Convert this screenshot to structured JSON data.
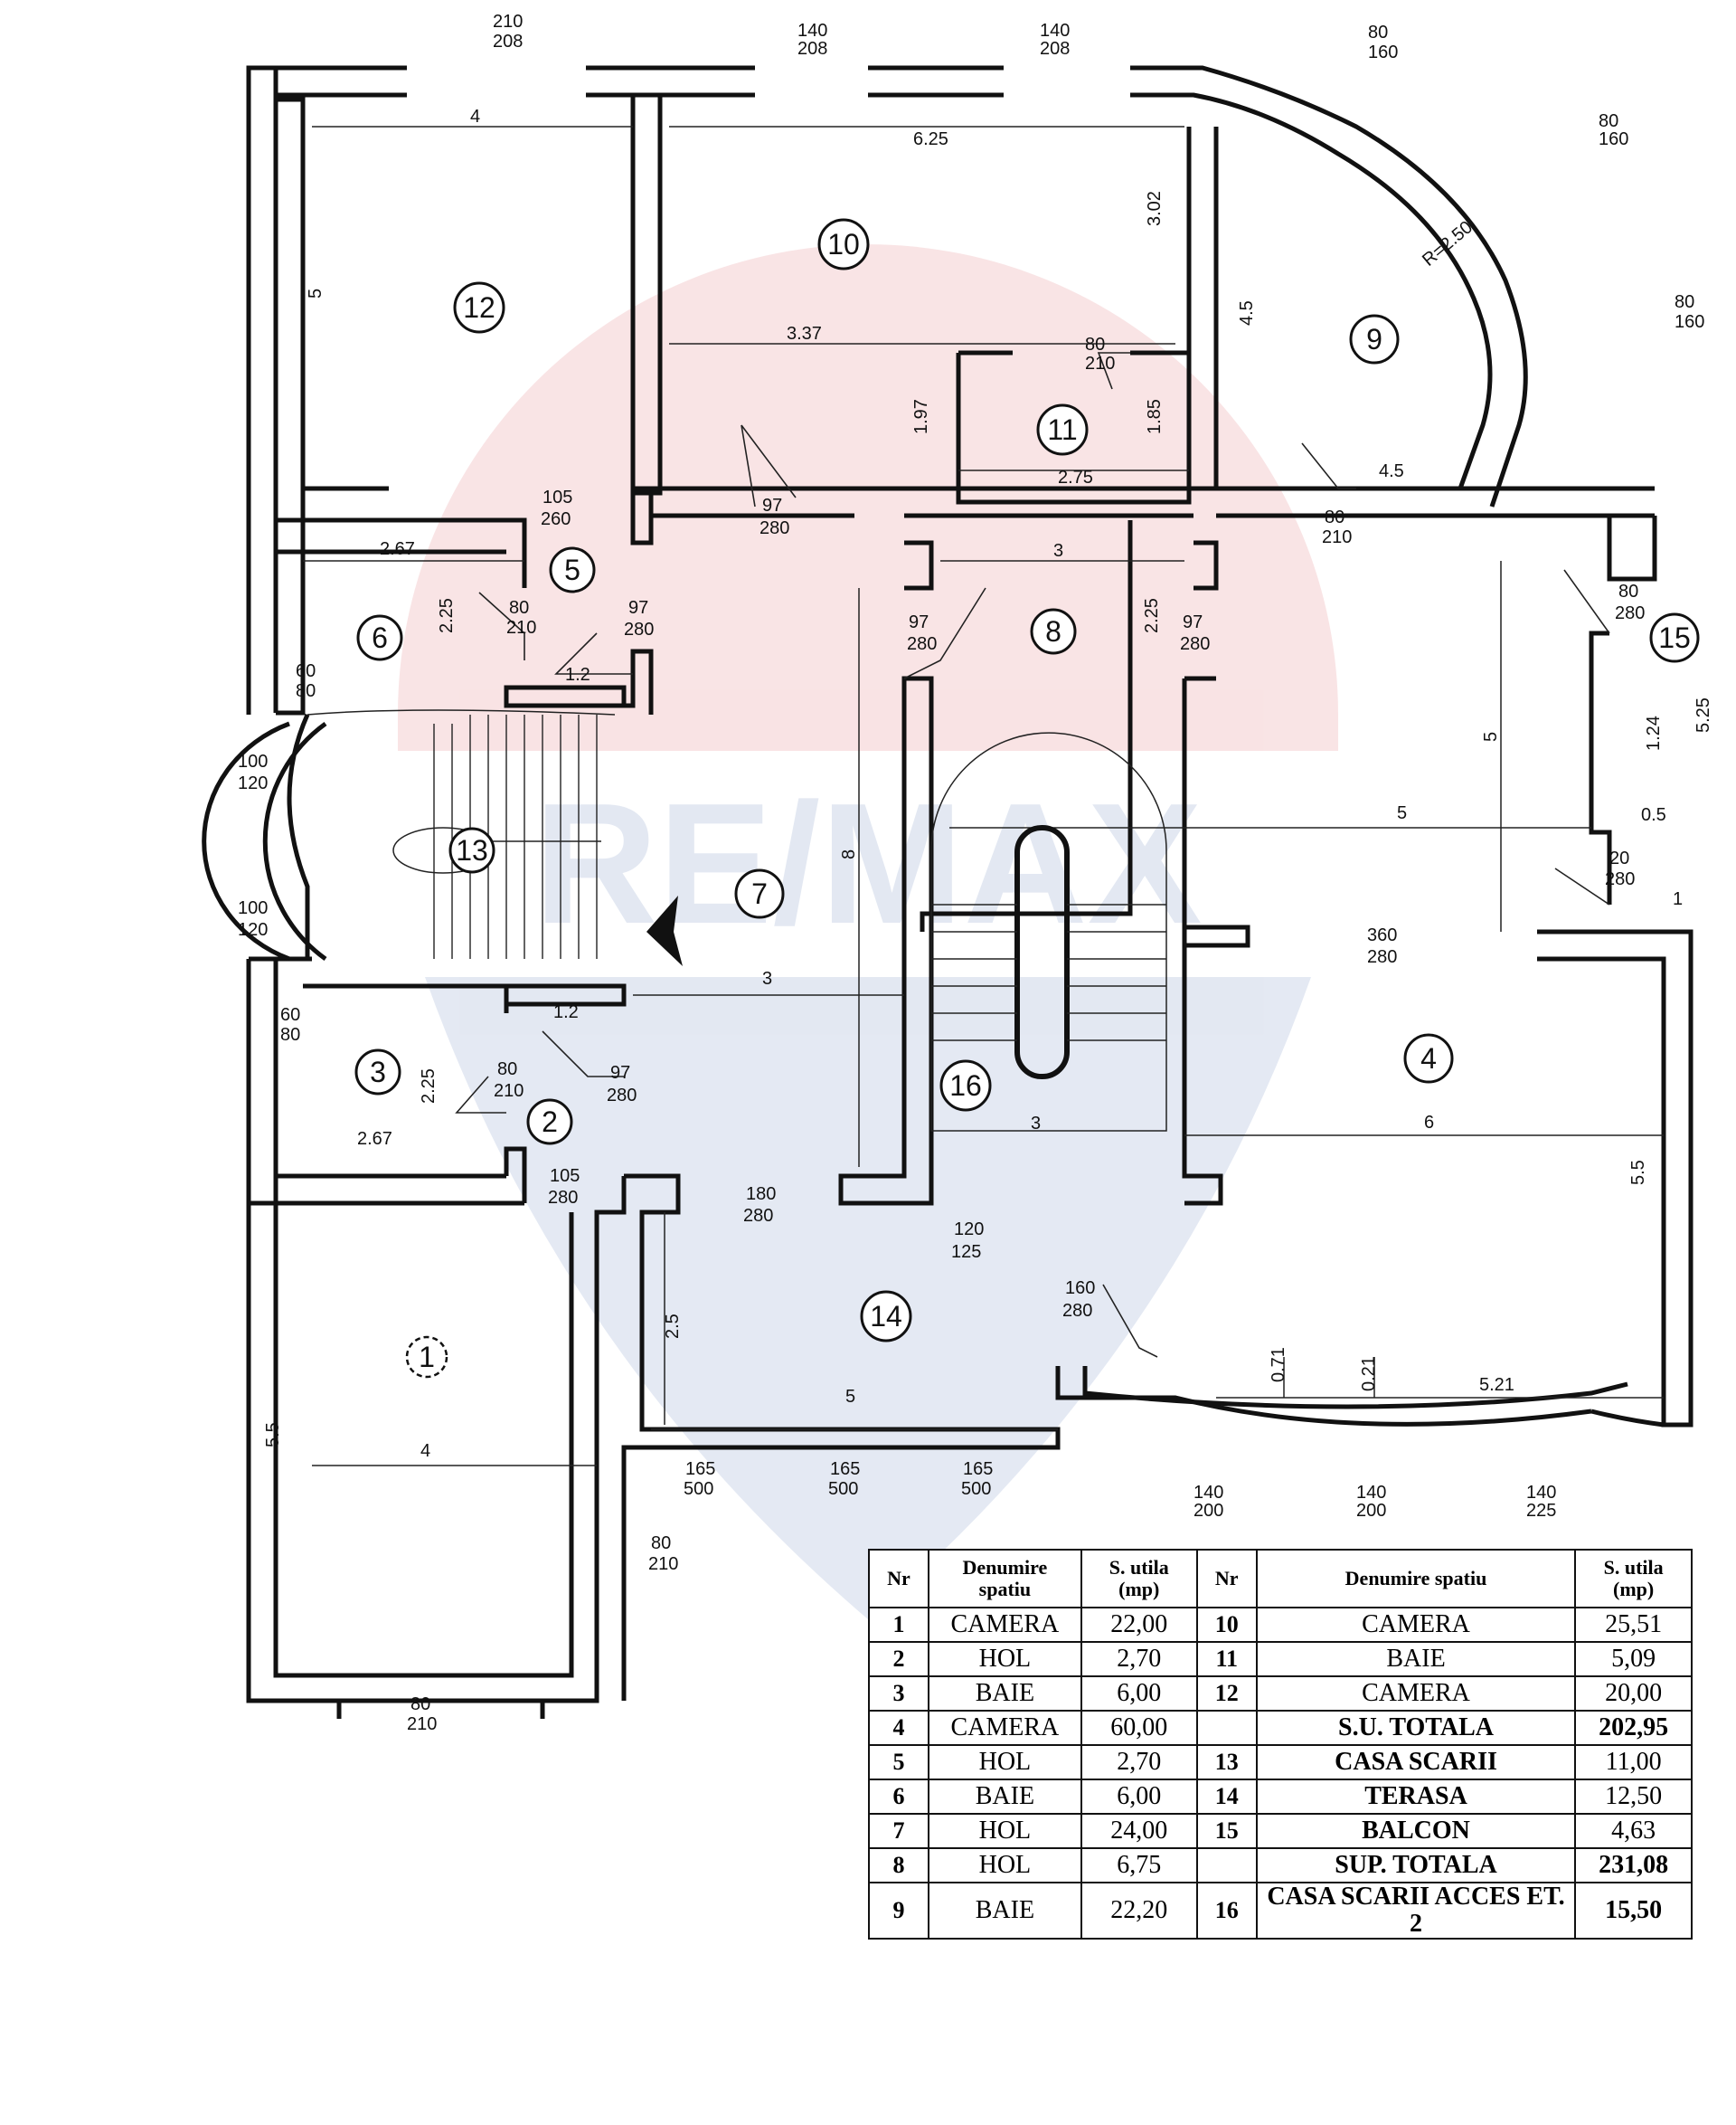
{
  "watermark": "RE/MAX",
  "rooms": [
    {
      "id": "1",
      "label": "1"
    },
    {
      "id": "2",
      "label": "2"
    },
    {
      "id": "3",
      "label": "3"
    },
    {
      "id": "4",
      "label": "4"
    },
    {
      "id": "5",
      "label": "5"
    },
    {
      "id": "6",
      "label": "6"
    },
    {
      "id": "7",
      "label": "7"
    },
    {
      "id": "8",
      "label": "8"
    },
    {
      "id": "9",
      "label": "9"
    },
    {
      "id": "10",
      "label": "10"
    },
    {
      "id": "11",
      "label": "11"
    },
    {
      "id": "12",
      "label": "12"
    },
    {
      "id": "13",
      "label": "13"
    },
    {
      "id": "14",
      "label": "14"
    },
    {
      "id": "15",
      "label": "15"
    },
    {
      "id": "16",
      "label": "16"
    }
  ],
  "dimensions": {
    "d01": "210",
    "d02": "208",
    "d03": "140",
    "d04": "208",
    "d05": "140",
    "d06": "208",
    "d07": "80",
    "d08": "160",
    "d09": "4",
    "d10": "6.25",
    "d11": "3.02",
    "d12": "5",
    "d13": "3.37",
    "d14": "80",
    "d15": "210",
    "d16": "1.97",
    "d17": "1.85",
    "d18": "2.75",
    "d19": "4.5",
    "d20": "R=2.50",
    "d21": "80",
    "d22": "160",
    "d23": "80",
    "d24": "160",
    "d25": "4.5",
    "d26": "80",
    "d27": "210",
    "d28": "105",
    "d29": "260",
    "d30": "97",
    "d31": "280",
    "d32": "2.67",
    "d33": "2.25",
    "d34": "80",
    "d35": "210",
    "d36": "97",
    "d37": "280",
    "d38": "1.2",
    "d39": "3",
    "d40": "97",
    "d41": "280",
    "d42": "2.25",
    "d43": "97",
    "d44": "280",
    "d45": "80",
    "d46": "280",
    "d47": "60",
    "d48": "80",
    "d49": "5",
    "d50": "1.24",
    "d51": "5.25",
    "d52": "0.5",
    "d53": "100",
    "d54": "120",
    "d55": "8",
    "d56": "5",
    "d57": "20",
    "d58": "280",
    "d59": "1",
    "d60": "100",
    "d61": "120",
    "d62": "360",
    "d63": "280",
    "d64": "3",
    "d65": "1.2",
    "d66": "60",
    "d67": "80",
    "d68": "2.25",
    "d69": "80",
    "d70": "210",
    "d71": "97",
    "d72": "280",
    "d73": "2.67",
    "d74": "3",
    "d75": "6",
    "d76": "105",
    "d77": "280",
    "d78": "180",
    "d79": "280",
    "d80": "5.5",
    "d81": "120",
    "d82": "125",
    "d83": "160",
    "d84": "280",
    "d85": "2.5",
    "d86": "5.5",
    "d87": "4",
    "d88": "5",
    "d89": "0.71",
    "d90": "0.21",
    "d91": "5.21",
    "d92": "165",
    "d93": "500",
    "d94": "165",
    "d95": "500",
    "d96": "165",
    "d97": "500",
    "d98": "140",
    "d99": "200",
    "d100": "140",
    "d101": "200",
    "d102": "140",
    "d103": "225",
    "d104": "80",
    "d105": "210",
    "d106": "80",
    "d107": "210"
  },
  "legend": {
    "headers": {
      "nr": "Nr",
      "name": "Denumire spatiu",
      "area": "S. utila (mp)"
    },
    "rows": [
      {
        "nr": "1",
        "name": "CAMERA",
        "area": "22,00",
        "nr2": "10",
        "name2": "CAMERA",
        "area2": "25,51"
      },
      {
        "nr": "2",
        "name": "HOL",
        "area": "2,70",
        "nr2": "11",
        "name2": "BAIE",
        "area2": "5,09"
      },
      {
        "nr": "3",
        "name": "BAIE",
        "area": "6,00",
        "nr2": "12",
        "name2": "CAMERA",
        "area2": "20,00"
      },
      {
        "nr": "4",
        "name": "CAMERA",
        "area": "60,00",
        "nr2": "",
        "name2": "S.U. TOTALA",
        "area2": "202,95"
      },
      {
        "nr": "5",
        "name": "HOL",
        "area": "2,70",
        "nr2": "13",
        "name2": "CASA SCARII",
        "area2": "11,00"
      },
      {
        "nr": "6",
        "name": "BAIE",
        "area": "6,00",
        "nr2": "14",
        "name2": "TERASA",
        "area2": "12,50"
      },
      {
        "nr": "7",
        "name": "HOL",
        "area": "24,00",
        "nr2": "15",
        "name2": "BALCON",
        "area2": "4,63"
      },
      {
        "nr": "8",
        "name": "HOL",
        "area": "6,75",
        "nr2": "",
        "name2": "SUP. TOTALA",
        "area2": "231,08"
      },
      {
        "nr": "9",
        "name": "BAIE",
        "area": "22,20",
        "nr2": "16",
        "name2": "CASA SCARII ACCES ET. 2",
        "area2": "15,50"
      }
    ]
  }
}
